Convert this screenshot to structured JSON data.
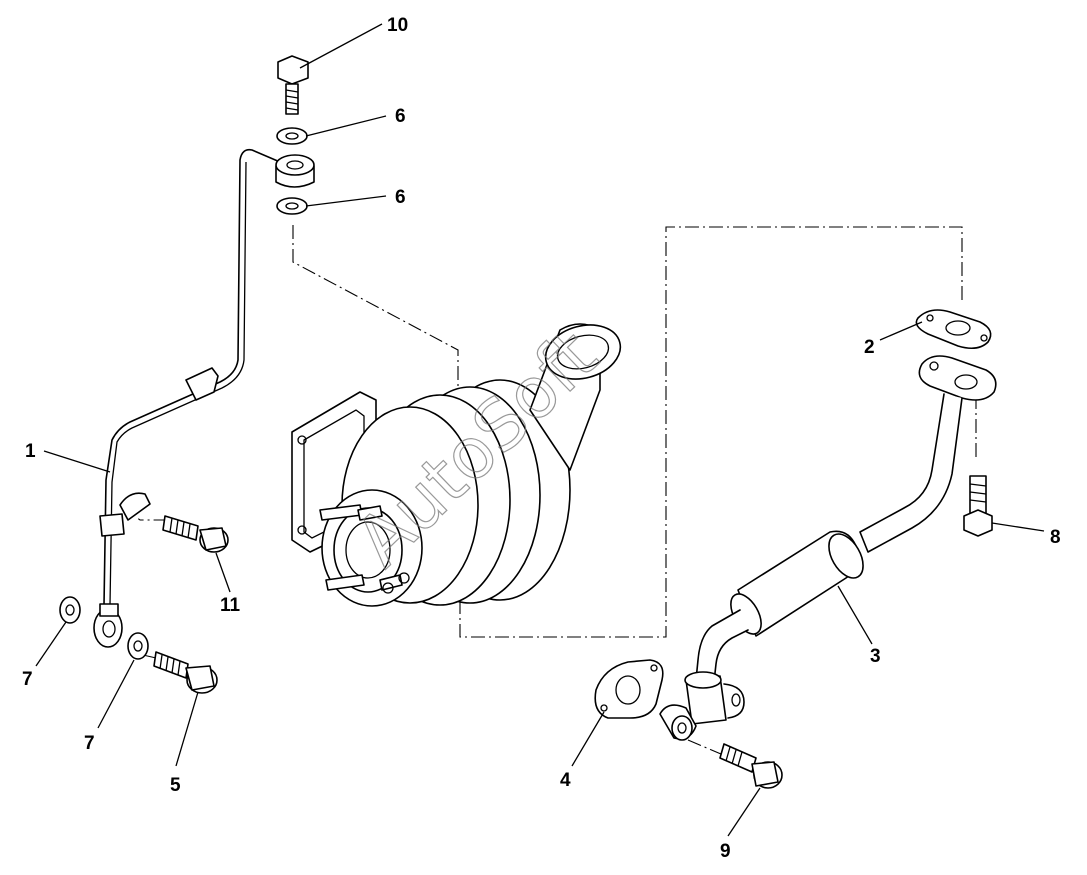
{
  "callouts": [
    "10",
    "6",
    "6",
    "1",
    "11",
    "7",
    "7",
    "5",
    "2",
    "8",
    "3",
    "4",
    "9"
  ],
  "watermark": "AutoSoft"
}
